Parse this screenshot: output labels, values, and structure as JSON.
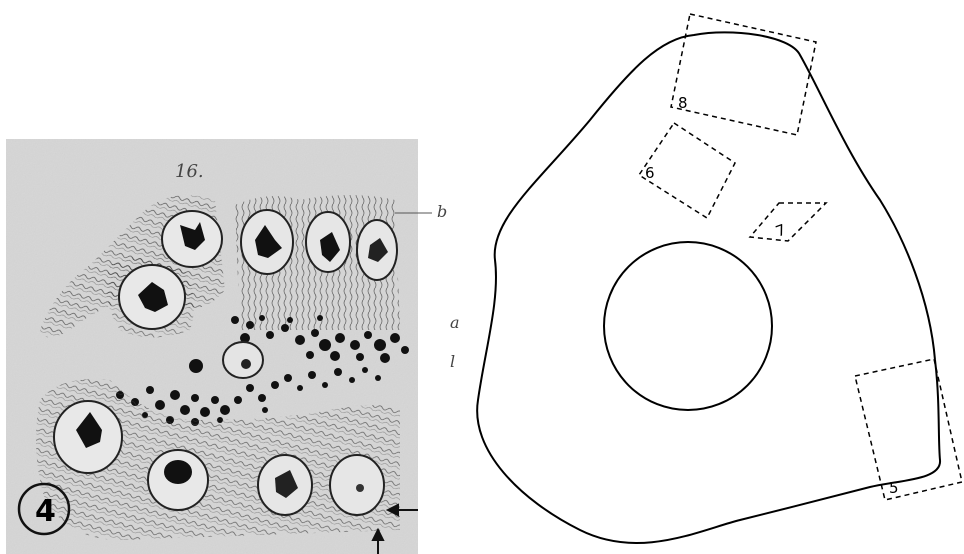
{
  "left_panel": {
    "figure_number": "16.",
    "panel_number": "4",
    "letters": {
      "b": "b",
      "a": "a",
      "l": "l"
    }
  },
  "right_panel": {
    "box_labels": {
      "box8": "8",
      "box6": "6",
      "box7": "7",
      "box5": "5"
    }
  }
}
